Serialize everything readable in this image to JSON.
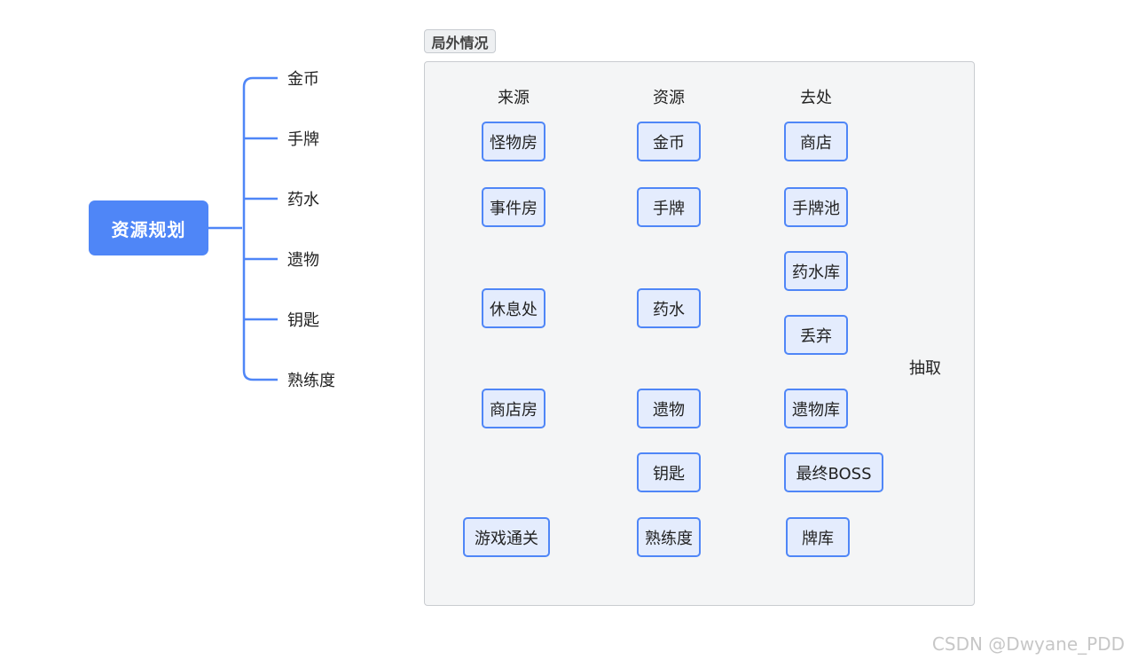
{
  "mindmap": {
    "root": "资源规划",
    "branches": [
      "金币",
      "手牌",
      "药水",
      "遗物",
      "钥匙",
      "熟练度"
    ]
  },
  "panel": {
    "title": "局外情况",
    "headers": {
      "source": "来源",
      "resource": "资源",
      "destination": "去处"
    },
    "sources": {
      "monster_room": "怪物房",
      "event_room": "事件房",
      "rest_site": "休息处",
      "shop_room": "商店房",
      "game_clear": "游戏通关"
    },
    "resources": {
      "gold": "金币",
      "cards": "手牌",
      "potion": "药水",
      "relic": "遗物",
      "key": "钥匙",
      "mastery": "熟练度"
    },
    "destinations": {
      "shop": "商店",
      "card_pool": "手牌池",
      "potion_bank": "药水库",
      "discard": "丢弃",
      "relic_bank": "遗物库",
      "final_boss": "最终BOSS",
      "card_library": "牌库"
    },
    "draw_label": "抽取"
  },
  "colors": {
    "monster": "#f06461",
    "event": "#f7a934",
    "rest": "#5cc451",
    "shop": "#8f55e8",
    "clear": "#4f86f7",
    "grey": "#bcbcbc",
    "node_fill": "#e4ecfd",
    "node_border": "#4f86f7"
  },
  "watermark": "CSDN @Dwyane_PDD"
}
